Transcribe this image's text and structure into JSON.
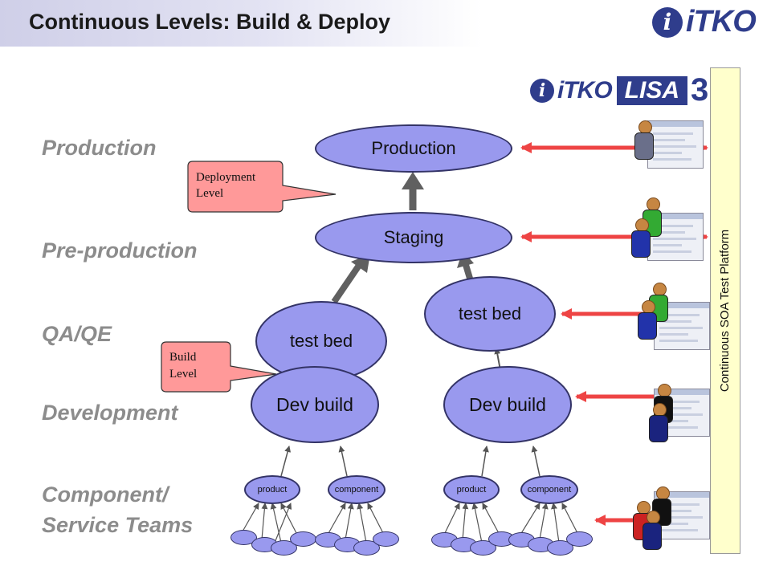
{
  "header": {
    "title": "Continuous Levels: Build & Deploy"
  },
  "logos": {
    "itko": {
      "badge": "i",
      "word": "iTKO"
    },
    "lisa": {
      "badge": "i",
      "word": "iTKO",
      "product": "LISA",
      "version": "3"
    }
  },
  "levels": {
    "production": "Production",
    "preproduction": "Pre-production",
    "qa": "QA/QE",
    "development": "Development",
    "component_line1": "Component/",
    "component_line2": "Service Teams"
  },
  "nodes": {
    "production": "Production",
    "staging": "Staging",
    "testbed_left": "test bed",
    "testbed_right": "test bed",
    "devbuild_left": "Dev build",
    "devbuild_right": "Dev build",
    "product_left": "product",
    "component_left": "component",
    "product_right": "product",
    "component_right": "component"
  },
  "callouts": {
    "deployment": {
      "line1": "Deployment",
      "line2": "Level"
    },
    "build": {
      "line1": "Build",
      "line2": "Level"
    }
  },
  "platform": {
    "label": "Continuous SOA Test Platform"
  },
  "colors": {
    "node_fill": "#9999ee",
    "node_border": "#333366",
    "callout_fill": "#ff9999",
    "connector_red": "#ee4444",
    "arrow_gray": "#606060",
    "platform_fill": "#ffffcc",
    "level_text": "#8c8c8c"
  }
}
